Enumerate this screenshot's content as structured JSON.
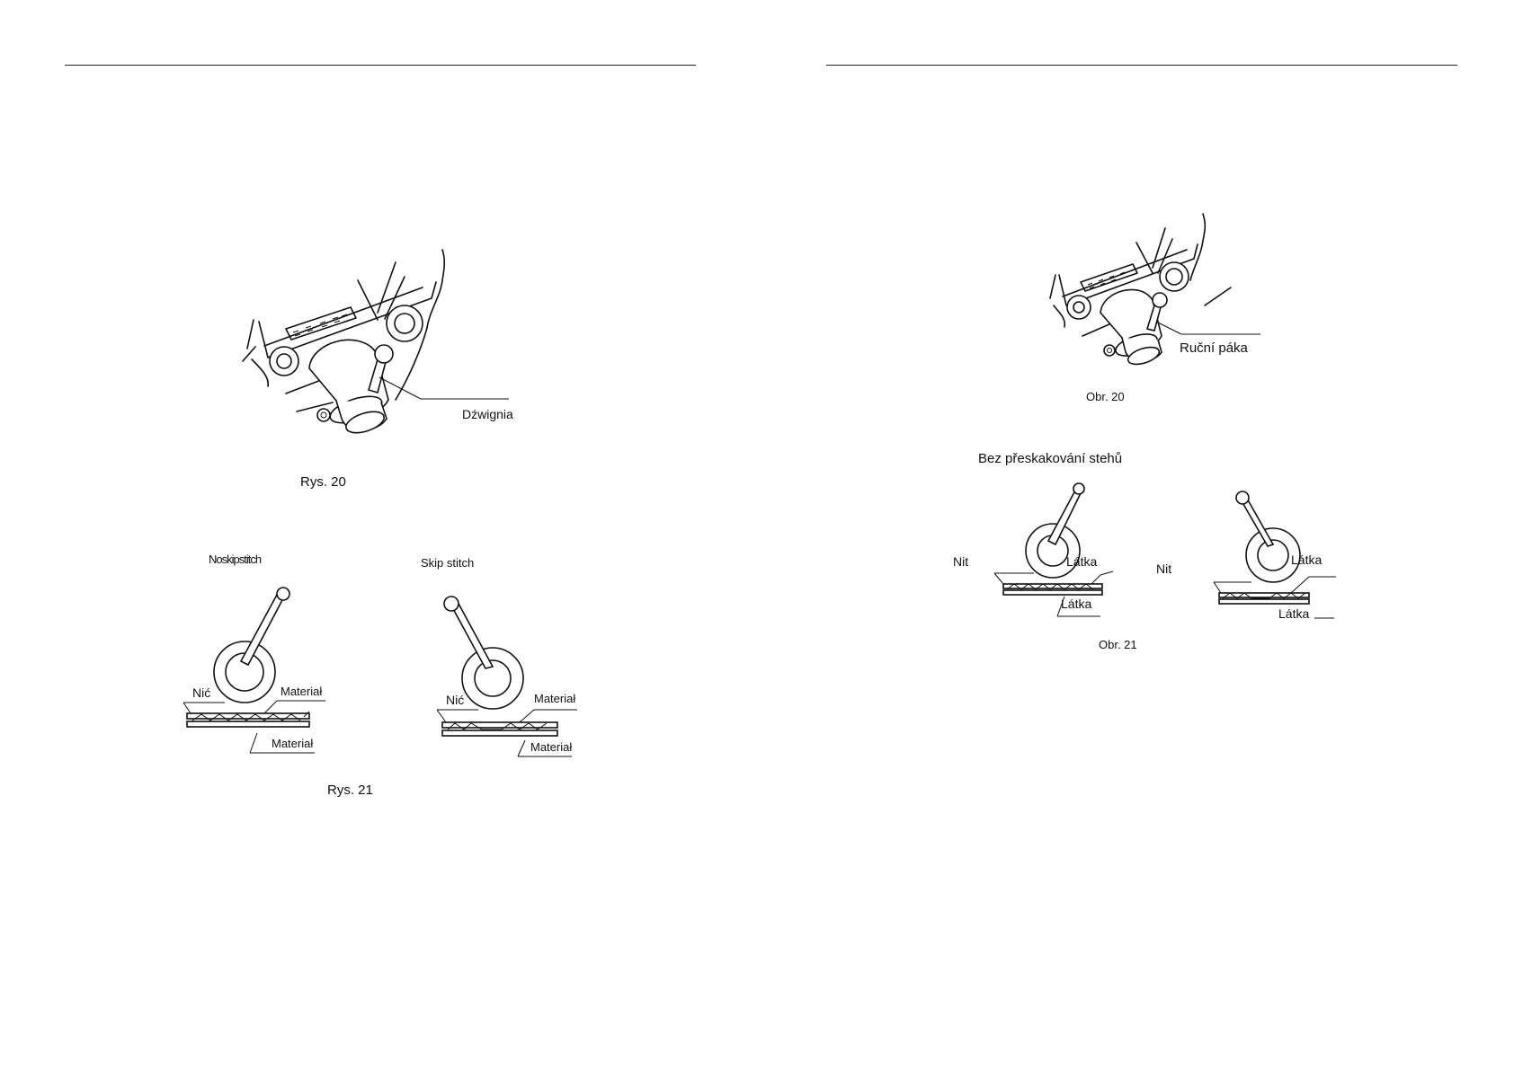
{
  "left_page": {
    "fig20": {
      "lever_label": "Dźwignia",
      "caption": "Rys. 20"
    },
    "fig21": {
      "caption": "Rys. 21",
      "left": {
        "heading": "Noskipstitch",
        "thread_label": "Nić",
        "material_top_label": "Materiał",
        "material_bottom_label": "Materiał"
      },
      "right": {
        "heading": "Skip stitch",
        "thread_label": "Nić",
        "material_top_label": "Materiał",
        "material_bottom_label": "Materiał"
      }
    }
  },
  "right_page": {
    "fig20": {
      "lever_label": "Ruční páka",
      "caption": "Obr. 20"
    },
    "fig21": {
      "heading": "Bez přeskakování stehů",
      "caption": "Obr. 21",
      "left": {
        "thread_label": "Nit",
        "fabric_top_label": "Látka",
        "fabric_bottom_label": "Látka"
      },
      "right": {
        "thread_label": "Nit",
        "fabric_top_label": "Látka",
        "fabric_bottom_label": "Látka"
      }
    }
  }
}
